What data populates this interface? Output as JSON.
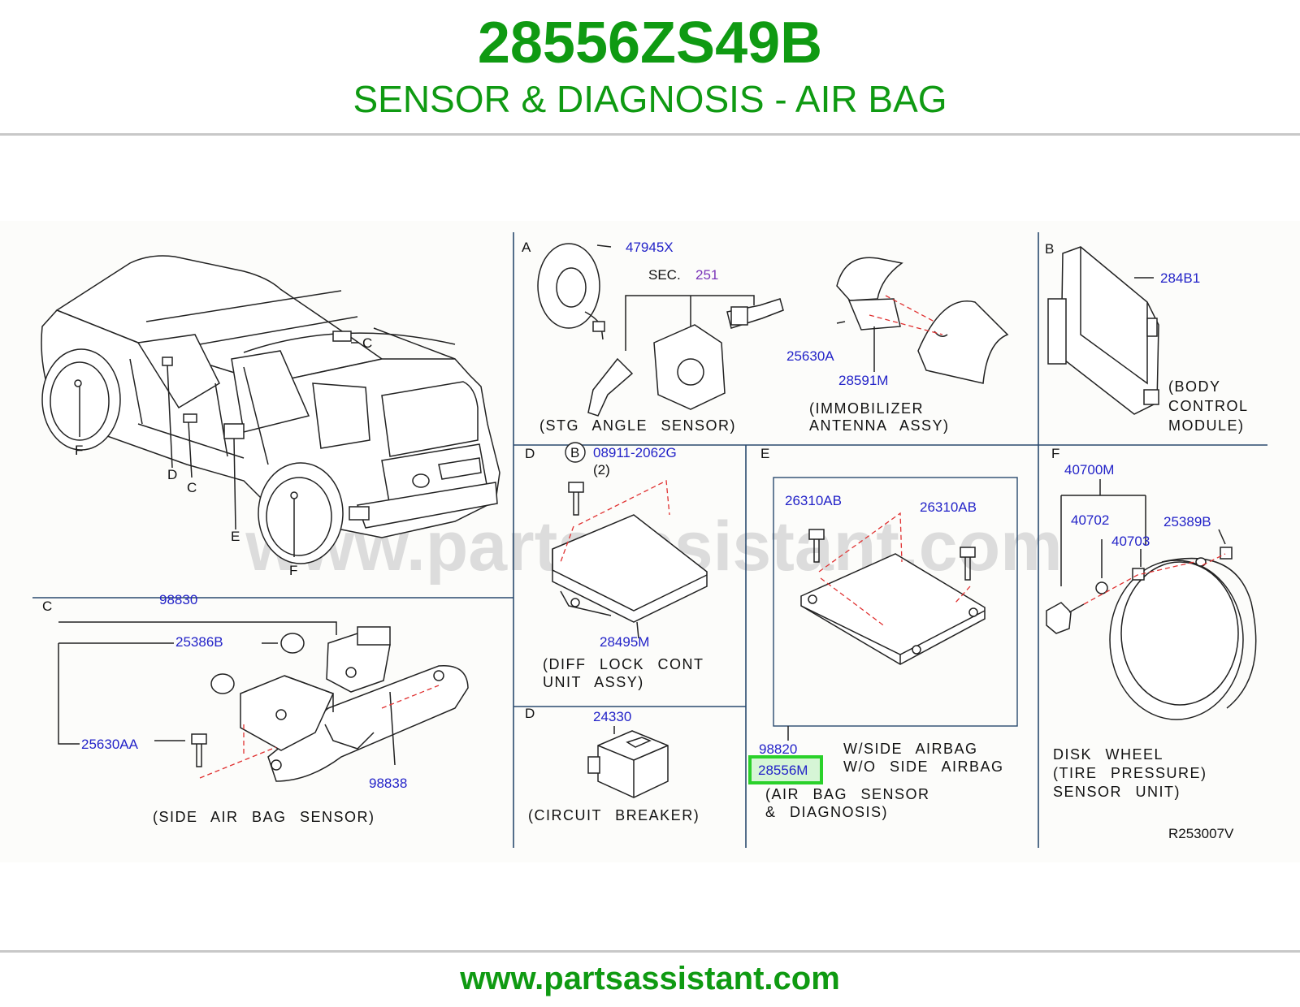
{
  "header": {
    "part_number": "28556ZS49B",
    "subtitle": "SENSOR & DIAGNOSIS - AIR BAG"
  },
  "footer": {
    "url": "www.partsassistant.com"
  },
  "watermark": "www.partsassistant.com",
  "colors": {
    "brand_green": "#0f9a12",
    "part_link": "#2323c8",
    "sec_ref": "#7a34b8",
    "highlight": "#2ad12a",
    "highlight_fill": "#d6f5d6"
  },
  "diagram": {
    "ref_code": "R253007V",
    "vehicle": {
      "letters": {
        "c_top": "C",
        "f_left": "F",
        "d": "D",
        "c": "C",
        "e": "E",
        "f_right": "F"
      }
    },
    "panel_a": {
      "letter": "A",
      "parts": {
        "p47945x": "47945X",
        "sec": "SEC.",
        "sec_num": "251",
        "p25630a": "25630A",
        "p28591m": "28591M"
      },
      "caption_stg": "(STG ANGLE SENSOR)",
      "caption_immo_1": "(IMMOBILIZER",
      "caption_immo_2": "ANTENNA ASSY)"
    },
    "panel_b": {
      "letter": "B",
      "parts": {
        "p284b1": "284B1"
      },
      "caption_1": "(BODY",
      "caption_2": "CONTROL",
      "caption_3": "MODULE)"
    },
    "panel_c": {
      "letter": "C",
      "parts": {
        "p98830": "98830",
        "p25386b": "25386B",
        "p25630aa": "25630AA",
        "p98838": "98838"
      },
      "caption": "(SIDE AIR BAG SENSOR)"
    },
    "panel_d1": {
      "letter": "D",
      "circle_letter": "B",
      "parts": {
        "p08911": "08911-2062G",
        "qty": "(2)",
        "p28495m": "28495M"
      },
      "caption_1": "(DIFF LOCK CONT",
      "caption_2": "UNIT ASSY)"
    },
    "panel_d2": {
      "letter": "D",
      "parts": {
        "p24330": "24330"
      },
      "caption": "(CIRCUIT BREAKER)"
    },
    "panel_e": {
      "letter": "E",
      "parts": {
        "p26310ab_1": "26310AB",
        "p26310ab_2": "26310AB",
        "p98820": "98820",
        "p28556m": "28556M"
      },
      "note_1": "W/SIDE AIRBAG",
      "note_2": "W/O SIDE AIRBAG",
      "caption_1": "(AIR BAG SENSOR",
      "caption_2": "& DIAGNOSIS)"
    },
    "panel_f": {
      "letter": "F",
      "parts": {
        "p40700m": "40700M",
        "p40702": "40702",
        "p40703": "40703",
        "p25389b": "25389B"
      },
      "caption_1": "DISK WHEEL",
      "caption_2": "(TIRE PRESSURE)",
      "caption_3": "SENSOR UNIT)"
    }
  }
}
